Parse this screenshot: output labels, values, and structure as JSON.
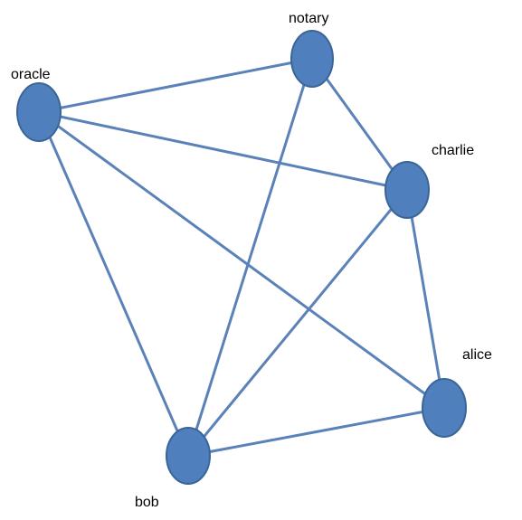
{
  "nodes": [
    {
      "id": "notary",
      "label": "notary"
    },
    {
      "id": "oracle",
      "label": "oracle"
    },
    {
      "id": "charlie",
      "label": "charlie"
    },
    {
      "id": "alice",
      "label": "alice"
    },
    {
      "id": "bob",
      "label": "bob"
    }
  ],
  "edges": [
    {
      "from": "oracle",
      "to": "notary"
    },
    {
      "from": "oracle",
      "to": "charlie"
    },
    {
      "from": "oracle",
      "to": "alice"
    },
    {
      "from": "oracle",
      "to": "bob"
    },
    {
      "from": "notary",
      "to": "charlie"
    },
    {
      "from": "notary",
      "to": "bob"
    },
    {
      "from": "charlie",
      "to": "alice"
    },
    {
      "from": "charlie",
      "to": "bob"
    },
    {
      "from": "alice",
      "to": "bob"
    }
  ],
  "colors": {
    "node_fill": "#4f7fbc",
    "node_stroke": "#3b6598",
    "edge": "#5b82b8",
    "label": "#000000"
  }
}
